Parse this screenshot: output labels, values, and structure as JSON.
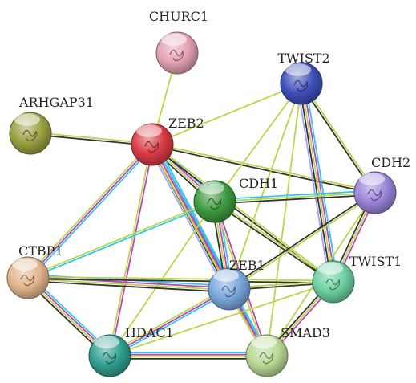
{
  "colors": {
    "background": "#ffffff",
    "label": "#222222",
    "edge_types": {
      "known_database": "#30c8e8",
      "experimental": "#c040c0",
      "textmining": "#b8d64a",
      "coexpression": "#333333",
      "homology": "#a0a0ff"
    }
  },
  "nodes": [
    {
      "id": "CHURC1",
      "label": "CHURC1",
      "color": "#e3a1b2"
    },
    {
      "id": "TWIST2",
      "label": "TWIST2",
      "color": "#3f4fb8"
    },
    {
      "id": "ARHGAP31",
      "label": "ARHGAP31",
      "color": "#9aa040"
    },
    {
      "id": "ZEB2",
      "label": "ZEB2",
      "color": "#d83a44"
    },
    {
      "id": "CDH2",
      "label": "CDH2",
      "color": "#9a84d8"
    },
    {
      "id": "CDH1",
      "label": "CDH1",
      "color": "#3c9a3e"
    },
    {
      "id": "CTBP1",
      "label": "CTBP1",
      "color": "#e3b58e"
    },
    {
      "id": "ZEB1",
      "label": "ZEB1",
      "color": "#7aa6dc"
    },
    {
      "id": "TWIST1",
      "label": "TWIST1",
      "color": "#6cd0a0"
    },
    {
      "id": "HDAC1",
      "label": "HDAC1",
      "color": "#2f9e8e"
    },
    {
      "id": "SMAD3",
      "label": "SMAD3",
      "color": "#b8d894"
    }
  ],
  "edges": [
    {
      "a": "CHURC1",
      "b": "ZEB2",
      "types": [
        "textmining"
      ]
    },
    {
      "a": "ARHGAP31",
      "b": "ZEB2",
      "types": [
        "textmining",
        "coexpression"
      ]
    },
    {
      "a": "ZEB2",
      "b": "TWIST2",
      "types": [
        "textmining"
      ]
    },
    {
      "a": "ZEB2",
      "b": "CDH2",
      "types": [
        "textmining",
        "coexpression"
      ]
    },
    {
      "a": "ZEB2",
      "b": "CDH1",
      "types": [
        "known_database",
        "experimental",
        "textmining",
        "coexpression"
      ]
    },
    {
      "a": "ZEB2",
      "b": "CTBP1",
      "types": [
        "known_database",
        "experimental",
        "textmining"
      ]
    },
    {
      "a": "ZEB2",
      "b": "ZEB1",
      "types": [
        "known_database",
        "experimental",
        "textmining",
        "coexpression",
        "homology"
      ]
    },
    {
      "a": "ZEB2",
      "b": "HDAC1",
      "types": [
        "experimental",
        "textmining"
      ]
    },
    {
      "a": "ZEB2",
      "b": "SMAD3",
      "types": [
        "known_database",
        "experimental",
        "textmining"
      ]
    },
    {
      "a": "ZEB2",
      "b": "TWIST1",
      "types": [
        "textmining",
        "coexpression"
      ]
    },
    {
      "a": "TWIST2",
      "b": "CDH2",
      "types": [
        "textmining",
        "coexpression"
      ]
    },
    {
      "a": "TWIST2",
      "b": "TWIST1",
      "types": [
        "known_database",
        "experimental",
        "textmining",
        "coexpression",
        "homology"
      ]
    },
    {
      "a": "TWIST2",
      "b": "CDH1",
      "types": [
        "textmining"
      ]
    },
    {
      "a": "TWIST2",
      "b": "ZEB1",
      "types": [
        "textmining"
      ]
    },
    {
      "a": "TWIST2",
      "b": "SMAD3",
      "types": [
        "textmining"
      ]
    },
    {
      "a": "CDH1",
      "b": "CDH2",
      "types": [
        "known_database",
        "textmining",
        "coexpression"
      ]
    },
    {
      "a": "CDH1",
      "b": "ZEB1",
      "types": [
        "known_database",
        "experimental",
        "textmining",
        "coexpression"
      ]
    },
    {
      "a": "CDH1",
      "b": "TWIST1",
      "types": [
        "textmining",
        "coexpression"
      ]
    },
    {
      "a": "CDH1",
      "b": "SMAD3",
      "types": [
        "experimental",
        "textmining"
      ]
    },
    {
      "a": "CDH1",
      "b": "HDAC1",
      "types": [
        "textmining"
      ]
    },
    {
      "a": "CDH1",
      "b": "CTBP1",
      "types": [
        "known_database",
        "textmining"
      ]
    },
    {
      "a": "CDH2",
      "b": "TWIST1",
      "types": [
        "experimental",
        "textmining",
        "coexpression"
      ]
    },
    {
      "a": "CDH2",
      "b": "ZEB1",
      "types": [
        "textmining",
        "coexpression"
      ]
    },
    {
      "a": "CDH2",
      "b": "SMAD3",
      "types": [
        "textmining"
      ]
    },
    {
      "a": "CTBP1",
      "b": "ZEB1",
      "types": [
        "known_database",
        "experimental",
        "textmining",
        "coexpression"
      ]
    },
    {
      "a": "CTBP1",
      "b": "HDAC1",
      "types": [
        "known_database",
        "experimental",
        "textmining",
        "coexpression"
      ]
    },
    {
      "a": "CTBP1",
      "b": "TWIST1",
      "types": [
        "textmining",
        "coexpression"
      ]
    },
    {
      "a": "ZEB1",
      "b": "TWIST1",
      "types": [
        "textmining",
        "coexpression"
      ]
    },
    {
      "a": "ZEB1",
      "b": "HDAC1",
      "types": [
        "known_database",
        "experimental",
        "textmining"
      ]
    },
    {
      "a": "ZEB1",
      "b": "SMAD3",
      "types": [
        "known_database",
        "experimental",
        "textmining"
      ]
    },
    {
      "a": "TWIST1",
      "b": "SMAD3",
      "types": [
        "experimental",
        "textmining",
        "coexpression"
      ]
    },
    {
      "a": "TWIST1",
      "b": "HDAC1",
      "types": [
        "textmining"
      ]
    },
    {
      "a": "HDAC1",
      "b": "SMAD3",
      "types": [
        "known_database",
        "experimental",
        "textmining",
        "coexpression"
      ]
    }
  ]
}
